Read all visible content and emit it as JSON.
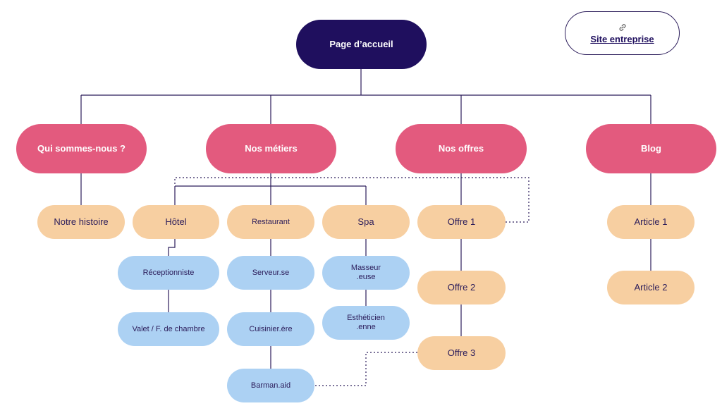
{
  "colors": {
    "root": "#1f0f5e",
    "level1": "#e35a7e",
    "level2": "#f7cfa1",
    "level3": "#acd1f3",
    "connector": "#2b1c5a"
  },
  "site_link": {
    "label": "Site entreprise",
    "icon": "link-icon"
  },
  "tree": {
    "root": "Page d’accueil",
    "qui_sommes_nous": {
      "label": "Qui sommes-nous ?",
      "notre_histoire": "Notre histoire"
    },
    "nos_metiers": {
      "label": "Nos métiers",
      "hotel": {
        "label": "Hôtel",
        "receptionniste": "Réceptionniste",
        "valet": "Valet / F. de chambre"
      },
      "restaurant": {
        "label": "Restaurant",
        "serveur": "Serveur.se",
        "cuisinier": "Cuisinier.ère",
        "barman": "Barman.aid"
      },
      "spa": {
        "label": "Spa",
        "masseur": "Masseur .euse",
        "estheticien": "Esthéticien .enne"
      }
    },
    "nos_offres": {
      "label": "Nos offres",
      "offre1": "Offre 1",
      "offre2": "Offre 2",
      "offre3": "Offre 3"
    },
    "blog": {
      "label": "Blog",
      "article1": "Article 1",
      "article2": "Article 2"
    }
  }
}
